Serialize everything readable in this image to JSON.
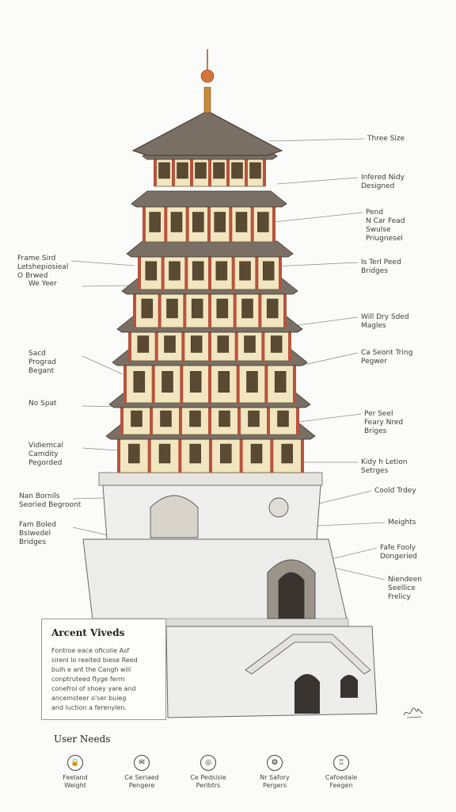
{
  "labels_right": [
    "Three Size",
    "Infered Nidy\nDesigned",
    "Pend\nN Car Fead\nSwulse\nPriugnesel",
    "Is Terl Peed\nBridges",
    "Will Dry Sded\nMagles",
    "Ca Seont Tring\nPegwer",
    "Per Seel\nFeary Nred\nBriges",
    "Kidy h Letion\nSetrges",
    "Coold Trdey",
    "Meights",
    "Fafe Fooly\nDongeried",
    "Niendeen\nSeellice\nFrelicy"
  ],
  "labels_left": [
    "Frame Sird\nLetshepiosieal\nO Brwed",
    "We Yeer",
    "Sacd\nPrograd\nBegant",
    "No Spat",
    "Vidiemcal\nCamdity\nPegorded",
    "Nan Bornils\nSeoried Begroont",
    "Fam Boled\nBsIwedel\nBridges"
  ],
  "info_box": {
    "title": "Arcent Viveds",
    "body": "Fontroe eace oficolie Asf\nsirenl lo reeited biese Reed\nbulh e ant the Cangh will\nconptruteed flyge ferm\nconefroi of shoey yare and\nancemsteer o'ser buieg\nand luction a ferenylen."
  },
  "user_needs": {
    "title": "User Needs",
    "items": [
      {
        "label": "Feeland\nWeight",
        "icon": "lock-icon"
      },
      {
        "label": "Ce Seriaed\nPengere",
        "icon": "chat-icon"
      },
      {
        "label": "Ce Pedsisie\nPeribtrs",
        "icon": "target-icon"
      },
      {
        "label": "Nr Safory\nPergers",
        "icon": "bulb-icon"
      },
      {
        "label": "Cafoedale\nFeegen",
        "icon": "tower-icon"
      }
    ]
  },
  "colors": {
    "roof": "#7a6f64",
    "wall": "#f1e6bf",
    "beam": "#b8533e",
    "stone": "#ececea",
    "line": "#8a8a8a",
    "window": "#5b4a32"
  }
}
